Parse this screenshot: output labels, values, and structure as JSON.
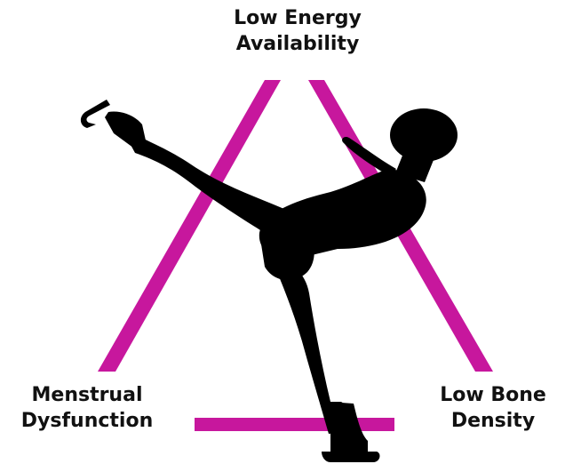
{
  "diagram": {
    "labels": {
      "top": {
        "line1": "Low Energy",
        "line2": "Availability"
      },
      "bottom_left": {
        "line1": "Menstrual",
        "line2": "Dysfunction"
      },
      "bottom_right": {
        "line1": "Low Bone",
        "line2": "Density"
      }
    },
    "colors": {
      "triangle": "#c7179d",
      "silhouette": "#000000",
      "text": "#111111",
      "background": "#ffffff"
    },
    "icons": {
      "figure": "figure-skater-silhouette-icon"
    }
  }
}
